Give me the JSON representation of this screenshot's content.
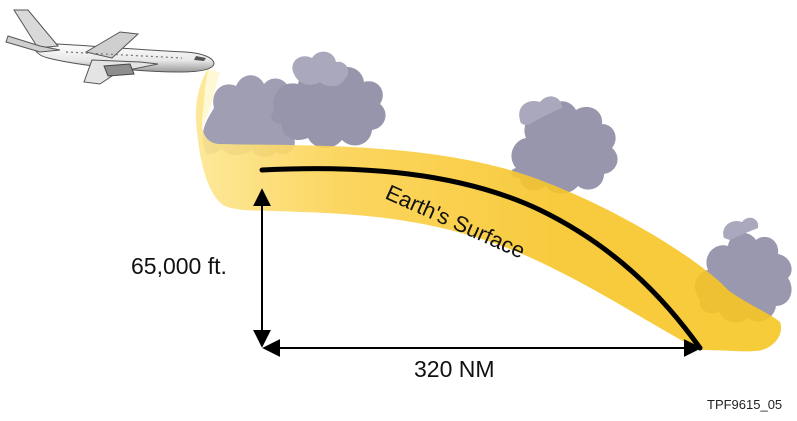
{
  "diagram": {
    "labels": {
      "surface": "Earth's Surface",
      "height": "65,000 ft.",
      "distance": "320 NM",
      "figure_id": "TPF9615_05"
    },
    "colors": {
      "beam": "#f6c21c",
      "beam_light": "#fde38a",
      "earth_line": "#000000",
      "cloud": "#9a98ad",
      "aircraft_body": "#f2f2f2"
    },
    "icons": [
      "aircraft-icon",
      "cloud-icon"
    ]
  }
}
